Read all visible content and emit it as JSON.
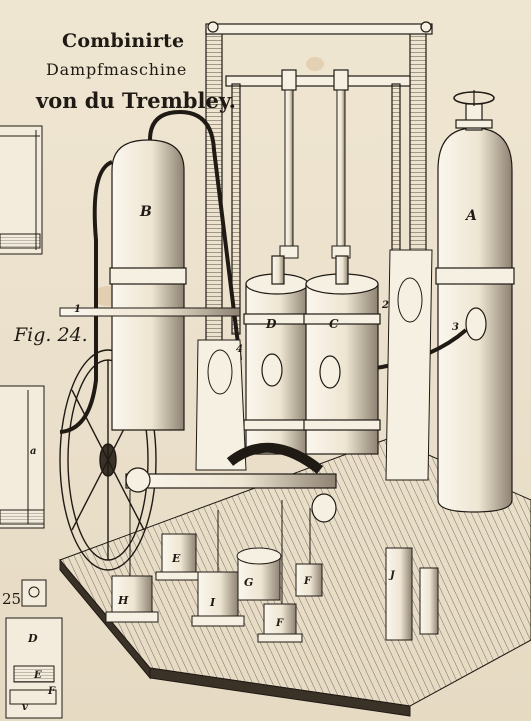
{
  "title": {
    "line1": "Combinirte",
    "line2": "Dampfmaschine",
    "line3": "von du Trembley."
  },
  "figures": {
    "fig24": "Fig. 24.",
    "fig25": "25"
  },
  "part_labels": {
    "A": "A",
    "B": "B",
    "C": "C",
    "D": "D",
    "E": "E",
    "F": "F",
    "G": "G",
    "H": "H",
    "I": "I",
    "J": "J",
    "a": "a",
    "n1": "1",
    "n2": "2",
    "n3": "3",
    "n4": "4",
    "side_D": "D",
    "side_E": "E",
    "side_F": "F",
    "side_v": "v"
  },
  "colors": {
    "paper": "#ece3cf",
    "ink": "#1f1a14",
    "stain": "#d7b98f"
  }
}
